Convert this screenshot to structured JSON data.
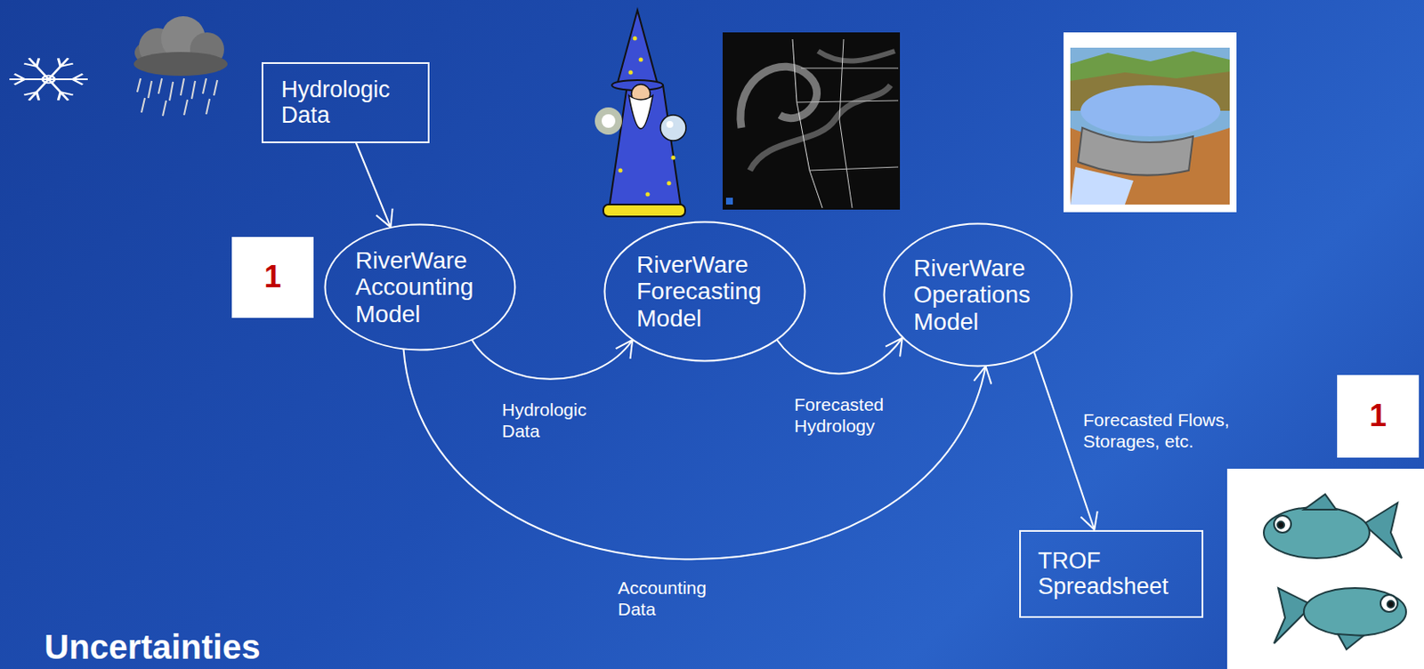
{
  "diagram": {
    "nodes": [
      {
        "text": [
          "Hydrologic Data"
        ]
      },
      {
        "text": [
          "1"
        ]
      },
      {
        "text": [
          "RiverWare Accounting Model"
        ]
      },
      {
        "text": [
          "RiverWare Forecasting Model"
        ]
      },
      {
        "text": [
          "RiverWare Operations Model"
        ]
      },
      {
        "text": [
          "1"
        ]
      },
      {
        "text": [
          "TROF Spreadsheet"
        ]
      }
    ],
    "edges": [
      {
        "from": 0,
        "to": 2,
        "arrow": "to"
      },
      {
        "from": 2,
        "to": 3,
        "label": "Hydrologic Data",
        "arrow": "to"
      },
      {
        "from": 3,
        "to": 4,
        "label": "Forecasted Hydrology",
        "arrow": "to"
      },
      {
        "from": 2,
        "to": 4,
        "label": "Accounting Data",
        "arrow": "to"
      },
      {
        "from": 4,
        "to": 6,
        "label": "Forecasted Flows, Storages, etc.",
        "arrow": "to"
      }
    ],
    "labels": [
      "Uncertainties"
    ]
  }
}
